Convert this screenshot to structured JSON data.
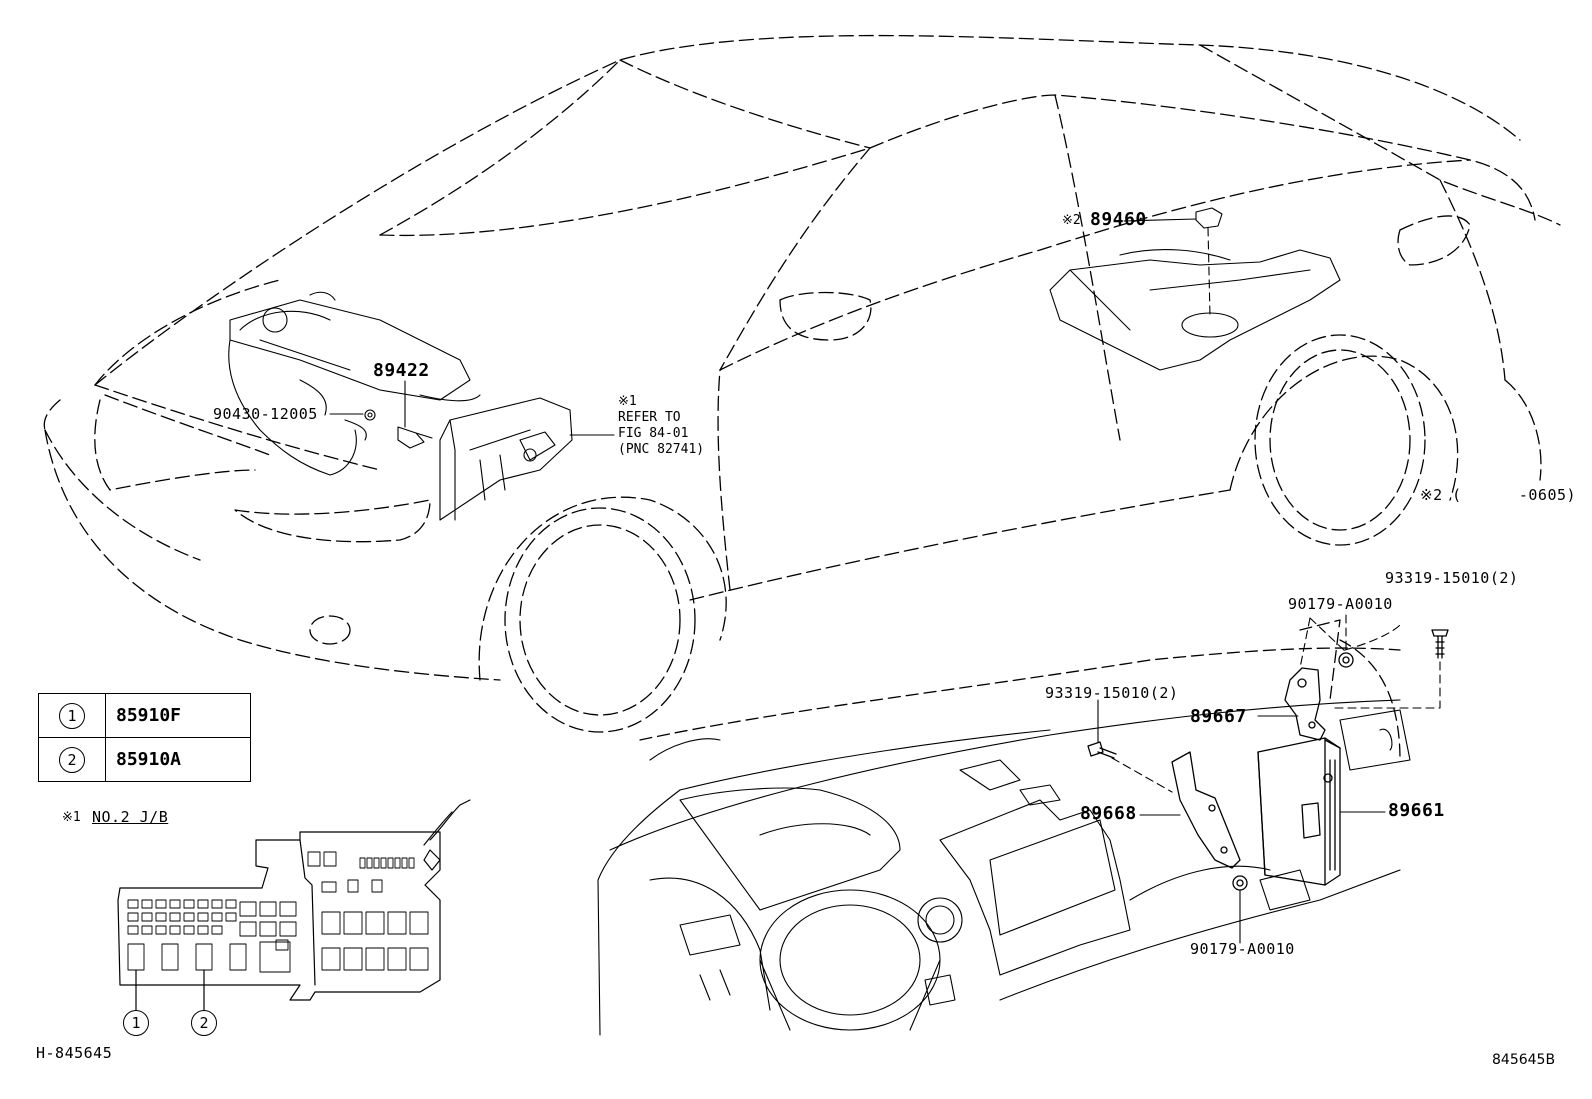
{
  "diagram": {
    "callouts": {
      "p89422": "89422",
      "p90430": "90430-12005",
      "refer_mark": "※1",
      "refer_line1": "REFER TO",
      "refer_line2": "FIG 84-01",
      "refer_line3": "(PNC 82741)",
      "note2_mark": "※2",
      "p89460": "89460",
      "note2_range": "※2 (      -0605)",
      "p93319_right": "93319-15010(2)",
      "p90179_top": "90179-A0010",
      "p93319_left": "93319-15010(2)",
      "p89667": "89667",
      "p89668": "89668",
      "p89661": "89661",
      "p90179_bottom": "90179-A0010"
    },
    "legend": [
      {
        "num": "1",
        "part": "85910F"
      },
      {
        "num": "2",
        "part": "85910A"
      }
    ],
    "jb_note": {
      "mark": "※1",
      "text": "NO.2 J/B"
    },
    "jb_markers": [
      "1",
      "2"
    ],
    "footer_left": "H-845645",
    "footer_right": "845645B"
  }
}
